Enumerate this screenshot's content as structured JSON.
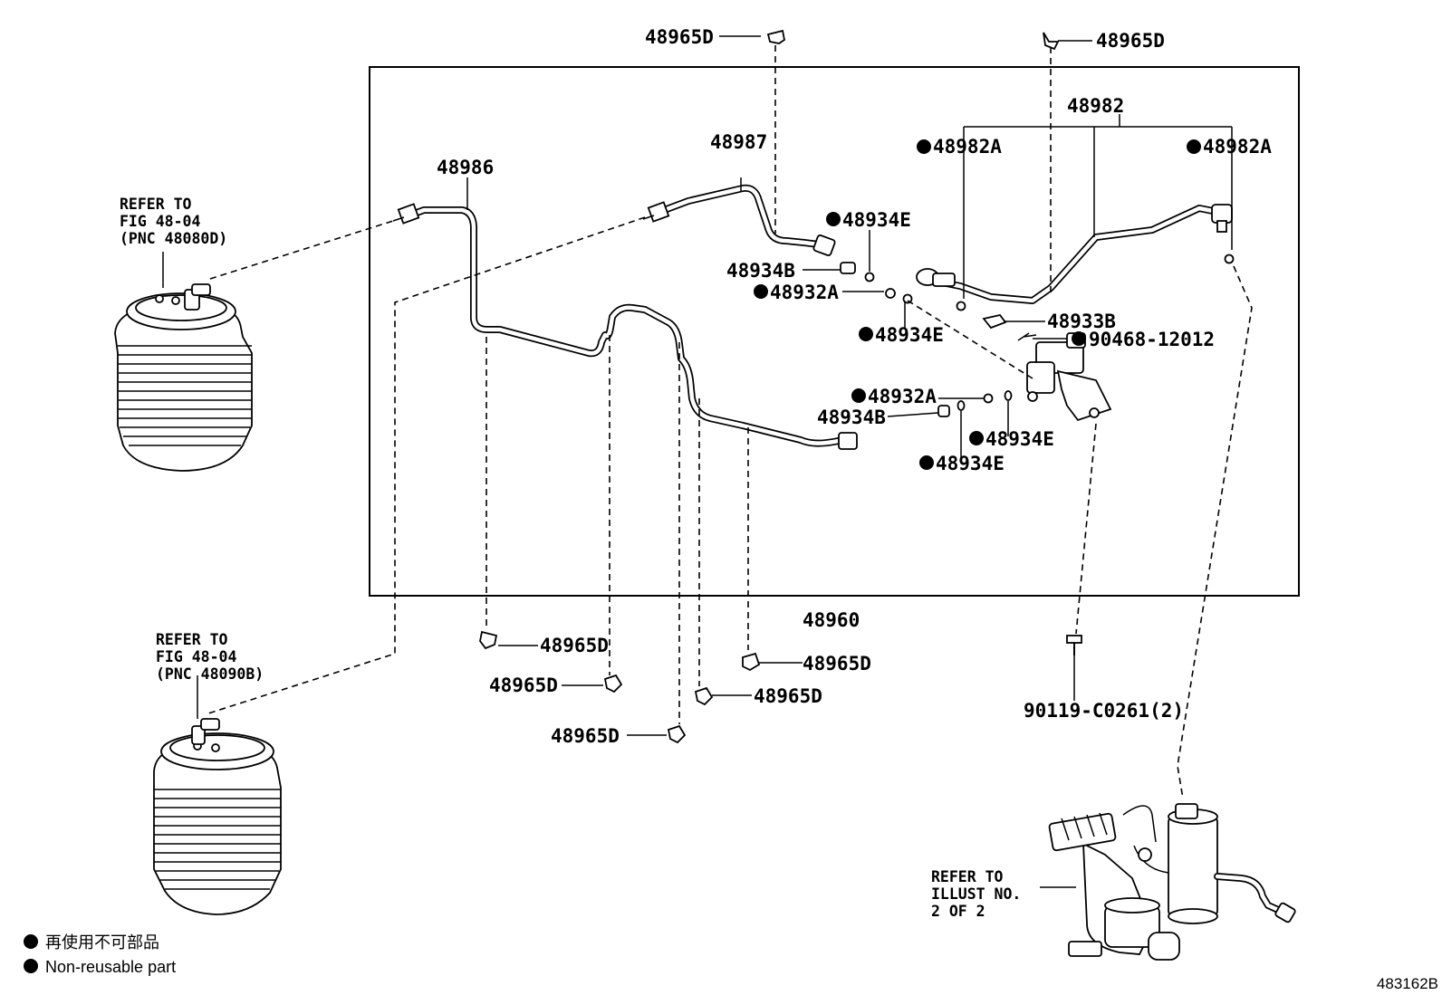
{
  "callouts": {
    "48965D_top_left": "48965D",
    "48965D_top_right": "48965D",
    "48982": "48982",
    "48982A_left": "48982A",
    "48982A_right": "48982A",
    "48987": "48987",
    "48986": "48986",
    "48934E_a": "48934E",
    "48934B_a": "48934B",
    "48932A_a": "48932A",
    "48934E_b": "48934E",
    "48933B": "48933B",
    "90468-12012": "90468-12012",
    "48932A_b": "48932A",
    "48934B_b": "48934B",
    "48934E_c": "48934E",
    "48934E_d": "48934E",
    "48960": "48960",
    "48965D_b1": "48965D",
    "48965D_b2": "48965D",
    "48965D_b3": "48965D",
    "48965D_b4": "48965D",
    "48965D_b5": "48965D",
    "90119-C0261(2)": "90119-C0261(2)"
  },
  "references": {
    "front_spring": [
      "REFER TO",
      "FIG 48-04",
      "(PNC 48080D)"
    ],
    "rear_spring": [
      "REFER TO",
      "FIG 48-04",
      "(PNC 48090B)"
    ],
    "compressor": [
      "REFER TO",
      "ILLUST NO.",
      "2 OF 2"
    ]
  },
  "legend": {
    "japanese": "再使用不可部品",
    "english": "Non-reusable part"
  },
  "figure_id": "483162B",
  "icons": [
    "filled-circle-bullet-icon",
    "clip-icon",
    "bolt-icon",
    "air-spring-icon",
    "air-compressor-icon",
    "solenoid-valve-icon"
  ]
}
